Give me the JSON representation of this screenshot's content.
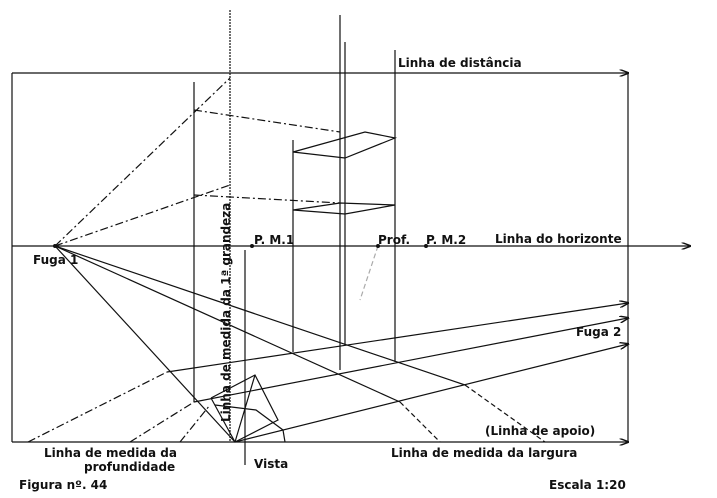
{
  "labels": {
    "distance_line": "Linha de distância",
    "horizon_line": "Linha do horizonte",
    "vanishing_1": "Fuga 1",
    "vanishing_2": "Fuga 2",
    "pm1": "P. M.1",
    "pm2": "P. M.2",
    "depth_point": "Prof.",
    "first_magnitude": "Linha de medida da 1ª grandeza",
    "depth_measure_1": "Linha de medida da",
    "depth_measure_2": "profundidade",
    "view": "Vista",
    "width_measure": "Linha de medida da largura",
    "support_line": "(Linha  de apoio)",
    "figure": "Figura nº. 44",
    "scale": "Escala 1:20"
  }
}
